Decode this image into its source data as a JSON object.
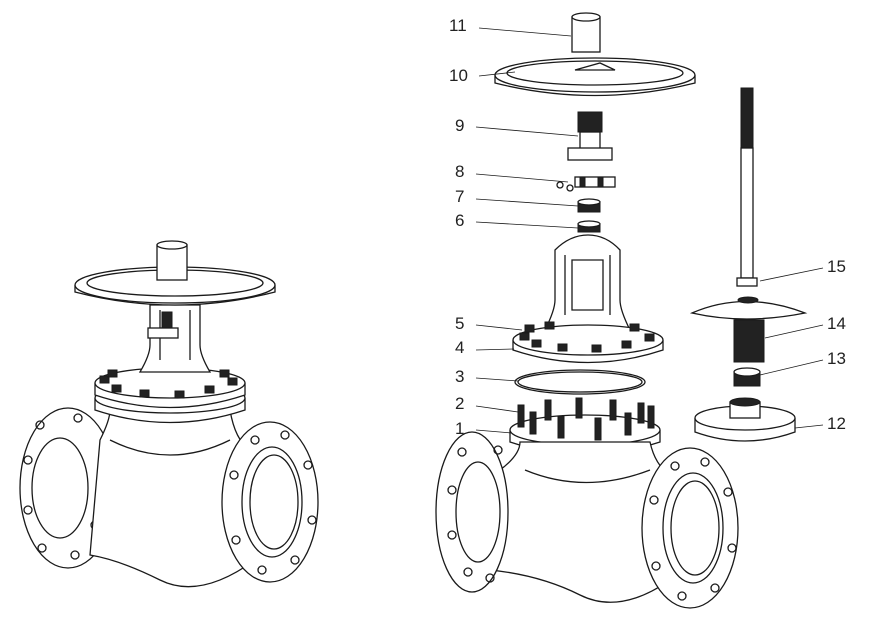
{
  "title": "Globe valve assembled and exploded view",
  "callouts": [
    {
      "id": "1",
      "label": "1"
    },
    {
      "id": "2",
      "label": "2"
    },
    {
      "id": "3",
      "label": "3"
    },
    {
      "id": "4",
      "label": "4"
    },
    {
      "id": "5",
      "label": "5"
    },
    {
      "id": "6",
      "label": "6"
    },
    {
      "id": "7",
      "label": "7"
    },
    {
      "id": "8",
      "label": "8"
    },
    {
      "id": "9",
      "label": "9"
    },
    {
      "id": "10",
      "label": "10"
    },
    {
      "id": "11",
      "label": "11"
    },
    {
      "id": "12",
      "label": "12"
    },
    {
      "id": "13",
      "label": "13"
    },
    {
      "id": "14",
      "label": "14"
    },
    {
      "id": "15",
      "label": "15"
    }
  ]
}
